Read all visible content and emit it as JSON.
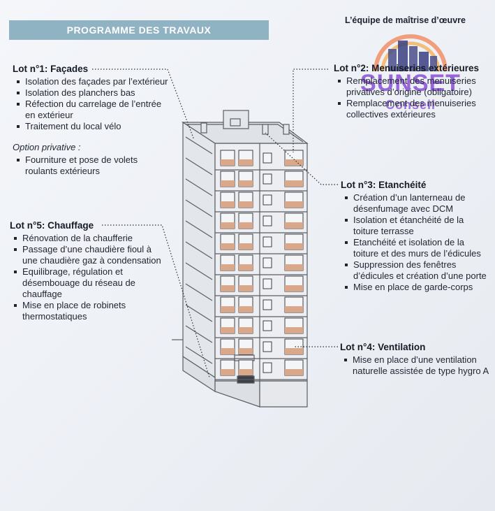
{
  "banner": "PROGRAMME DES TRAVAUX",
  "team": "L’équipe de maîtrise d’œuvre",
  "logo": {
    "main": "SUNSET",
    "sub": "Conseil",
    "color": "#8a4fd6"
  },
  "lots": {
    "lot1": {
      "title": "Lot n°1: Façades",
      "items": [
        "Isolation des façades par l’extérieur",
        "Isolation des planchers bas",
        "Réfection du carrelage de l’entrée en extérieur",
        "Traitement du local vélo"
      ],
      "option_label": "Option privative :",
      "option_items": [
        "Fourniture et pose de volets roulants extérieurs"
      ]
    },
    "lot2": {
      "title": "Lot n°2: Menuiseries extérieures",
      "items": [
        "Remplacement des menuiseries privatives d’origine (obligatoire)",
        "Remplacement des menuiseries collectives extérieures"
      ]
    },
    "lot3": {
      "title": "Lot n°3: Etanchéité",
      "items": [
        "Création d’un lanterneau de désenfumage avec DCM",
        "Isolation et étanchéité de la toiture terrasse",
        "Etanchéité et isolation de la toiture et des murs de l’édicules",
        "Suppression des fenêtres d’édicules et création d’une porte",
        "Mise en place de garde-corps"
      ]
    },
    "lot4": {
      "title": "Lot n°4: Ventilation",
      "items": [
        "Mise en place d’une ventilation naturelle assistée de type hygro A"
      ]
    },
    "lot5": {
      "title": "Lot n°5: Chauffage",
      "items": [
        "Rénovation de la chaufferie",
        "Passage d’une chaudière fioul à une chaudière gaz à condensation",
        "Equilibrage, régulation et désembouage du réseau de chauffage",
        "Mise en place de robinets thermostatiques"
      ]
    }
  },
  "colors": {
    "banner": "#8fb3c2",
    "accent_window": "#d9a88a",
    "frame": "#5a5f66"
  }
}
